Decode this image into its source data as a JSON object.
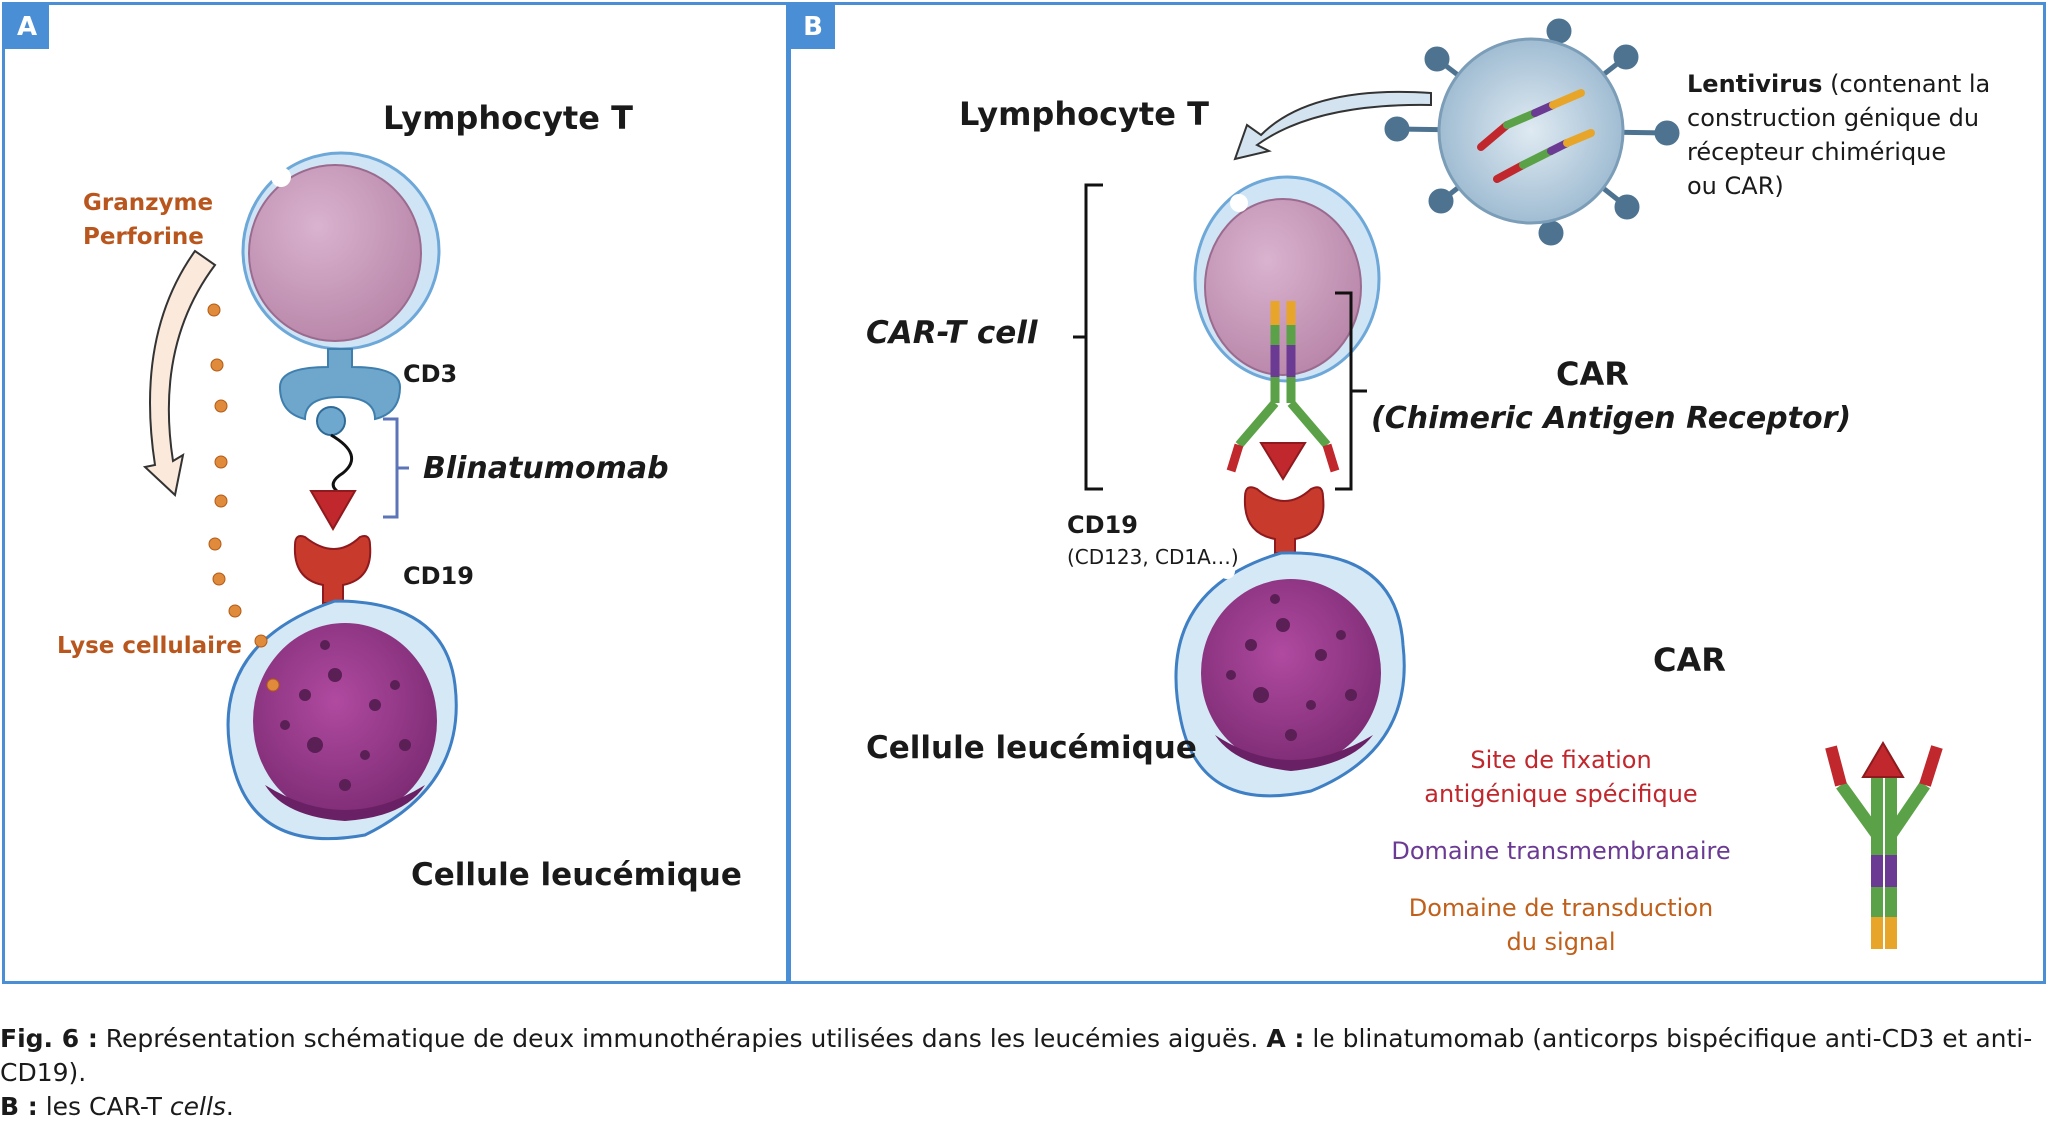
{
  "panel_a": {
    "label": "A",
    "title": "Lymphocyte T",
    "granzyme": "Granzyme",
    "perforine": "Perforine",
    "cd3": "CD3",
    "blinatumomab": "Blinatumomab",
    "cd19": "CD19",
    "lyse": "Lyse cellulaire",
    "cellule": "Cellule leucémique"
  },
  "panel_b": {
    "label": "B",
    "title": "Lymphocyte T",
    "lentivirus_bold": "Lentivirus",
    "lentivirus_lines": [
      "(contenant la",
      "construction génique du",
      "récepteur chimérique",
      "ou CAR)"
    ],
    "car_t_cell": "CAR-T cell",
    "car": "CAR",
    "car_full": "(Chimeric Antigen Receptor)",
    "cd19": "CD19",
    "cd19_sub": "(CD123, CD1A…)",
    "cellule": "Cellule leucémique",
    "legend": {
      "title": "CAR",
      "site_line1": "Site de fixation",
      "site_line2": "antigénique spécifique",
      "transmembrane": "Domaine transmembranaire",
      "transduction_line1": "Domaine de transduction",
      "transduction_line2": "du signal"
    }
  },
  "caption": {
    "fig": "Fig. 6 :",
    "text1": " Représentation schématique de deux immunothérapies utilisées dans les leucémies aiguës. ",
    "a": "A :",
    "text2": " le blinatumomab (anticorps bispécifique anti-CD3 et anti-CD19).",
    "b": "B :",
    "text3": " les CAR-T ",
    "cells": "cells",
    "end": "."
  }
}
